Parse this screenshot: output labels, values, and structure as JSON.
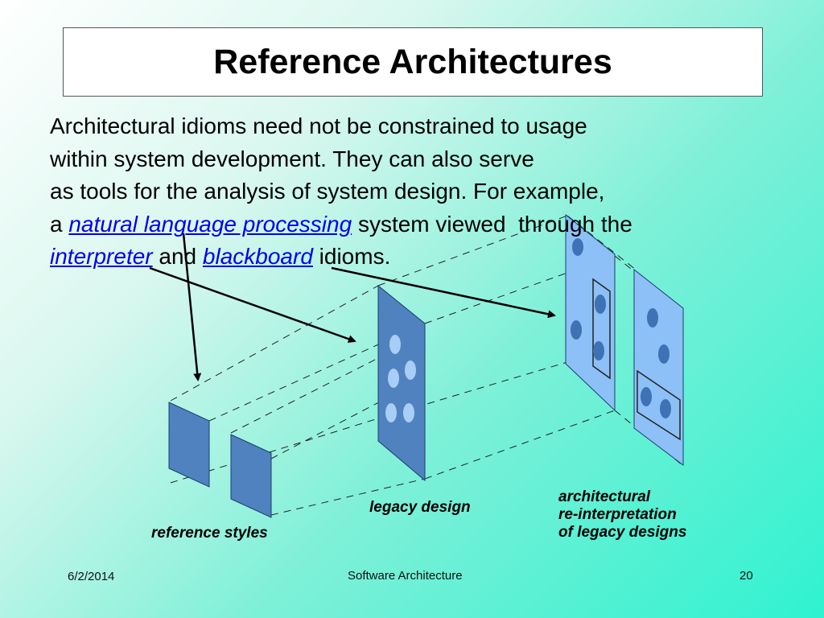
{
  "slide": {
    "title": "Reference Architectures",
    "body": {
      "line1": "Architectural idioms need not be constrained to usage",
      "line2": "within system development. They can also serve",
      "line3": "as tools for the analysis of system design.  For example,",
      "line4_pre": "a ",
      "line4_link": "natural language processing",
      "line4_post": " system viewed  through the",
      "line5_link1": "interpreter",
      "line5_mid": " and ",
      "line5_link2": "blackboard",
      "line5_post": " idioms."
    },
    "diagram": {
      "caption_reference": "reference styles",
      "caption_legacy": "legacy design",
      "caption_arch_1": "architectural",
      "caption_arch_2": "re-interpretation",
      "caption_arch_3": "of legacy designs",
      "colors": {
        "panel_dark": "#4f82bf",
        "panel_light": "#8cc0f6",
        "dot": "#a8cdf6",
        "dot_dark": "#3f72b4"
      }
    },
    "footer": {
      "date": "6/2/2014",
      "course": "Software Architecture",
      "page": "20"
    }
  }
}
